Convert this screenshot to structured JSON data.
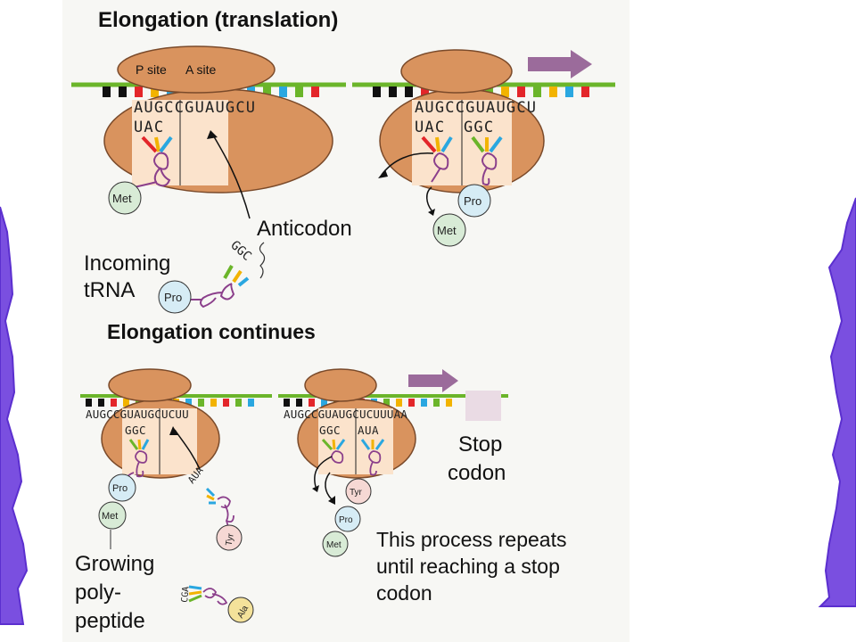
{
  "titles": {
    "elongation": "Elongation (translation)",
    "continues": "Elongation continues"
  },
  "labels": {
    "p_site": "P site",
    "a_site": "A site",
    "anticodon": "Anticodon",
    "incoming_1": "Incoming",
    "incoming_2": "tRNA",
    "stop_1": "Stop",
    "stop_2": "codon",
    "growing_1": "Growing",
    "growing_2": "poly-",
    "growing_3": "peptide",
    "repeat_1": "This process repeats",
    "repeat_2": "until reaching a stop",
    "repeat_3": "codon"
  },
  "sequences": {
    "panel1_mrna": "AUGCCGUAUGCU",
    "panel1_anticodon": "UAC",
    "incoming_anticodon": "GGC",
    "panel2_mrna": "AUGCCGUAUGCU",
    "panel2_anticodon_p": "UAC",
    "panel2_anticodon_a": "GGC",
    "panel3_mrna": "AUGCCGUAUGCUCUU",
    "panel3_anticodon": "GGC",
    "panel3_incoming": "AUA",
    "panel3_ala_anticodon": "CGA",
    "panel4_mrna": "AUGCCGUAUGCUCUUUAA",
    "panel4_anticodon_p": "GGC",
    "panel4_anticodon_a": "AUA"
  },
  "amino_acids": {
    "met": "Met",
    "pro": "Pro",
    "tyr": "Tyr",
    "ala": "Ala"
  },
  "colors": {
    "ribosome": "#d9935e",
    "site_fill": "#fbe3cc",
    "mrna_green": "#6bb52a",
    "arrow_purple": "#9b6b9b",
    "trna_loop": "#8b3f8b",
    "border_purple": "#7a4fe0",
    "met_fill": "#d8ebd6",
    "pro_fill": "#d6ecf5",
    "tyr_fill": "#f6d8d4",
    "ala_fill": "#f4e29a"
  }
}
